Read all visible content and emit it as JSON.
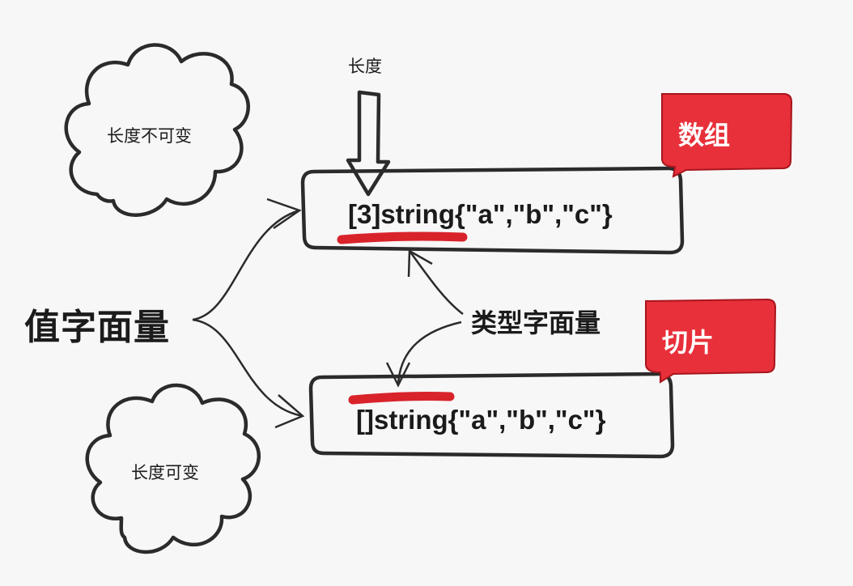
{
  "clouds": {
    "top_text": "长度不可变",
    "bottom_text": "长度可变"
  },
  "main_label": "值字面量",
  "length_label": "长度",
  "type_label": "类型字面量",
  "array": {
    "code": "[3]string{\"a\",\"b\",\"c\"}",
    "tag": "数组"
  },
  "slice": {
    "code": "[]string{\"a\",\"b\",\"c\"}",
    "tag": "切片"
  },
  "colors": {
    "stroke": "#2b2b2b",
    "tag_fill": "#e8303a",
    "underline": "#d9232b",
    "background": "#f7f7f7"
  }
}
